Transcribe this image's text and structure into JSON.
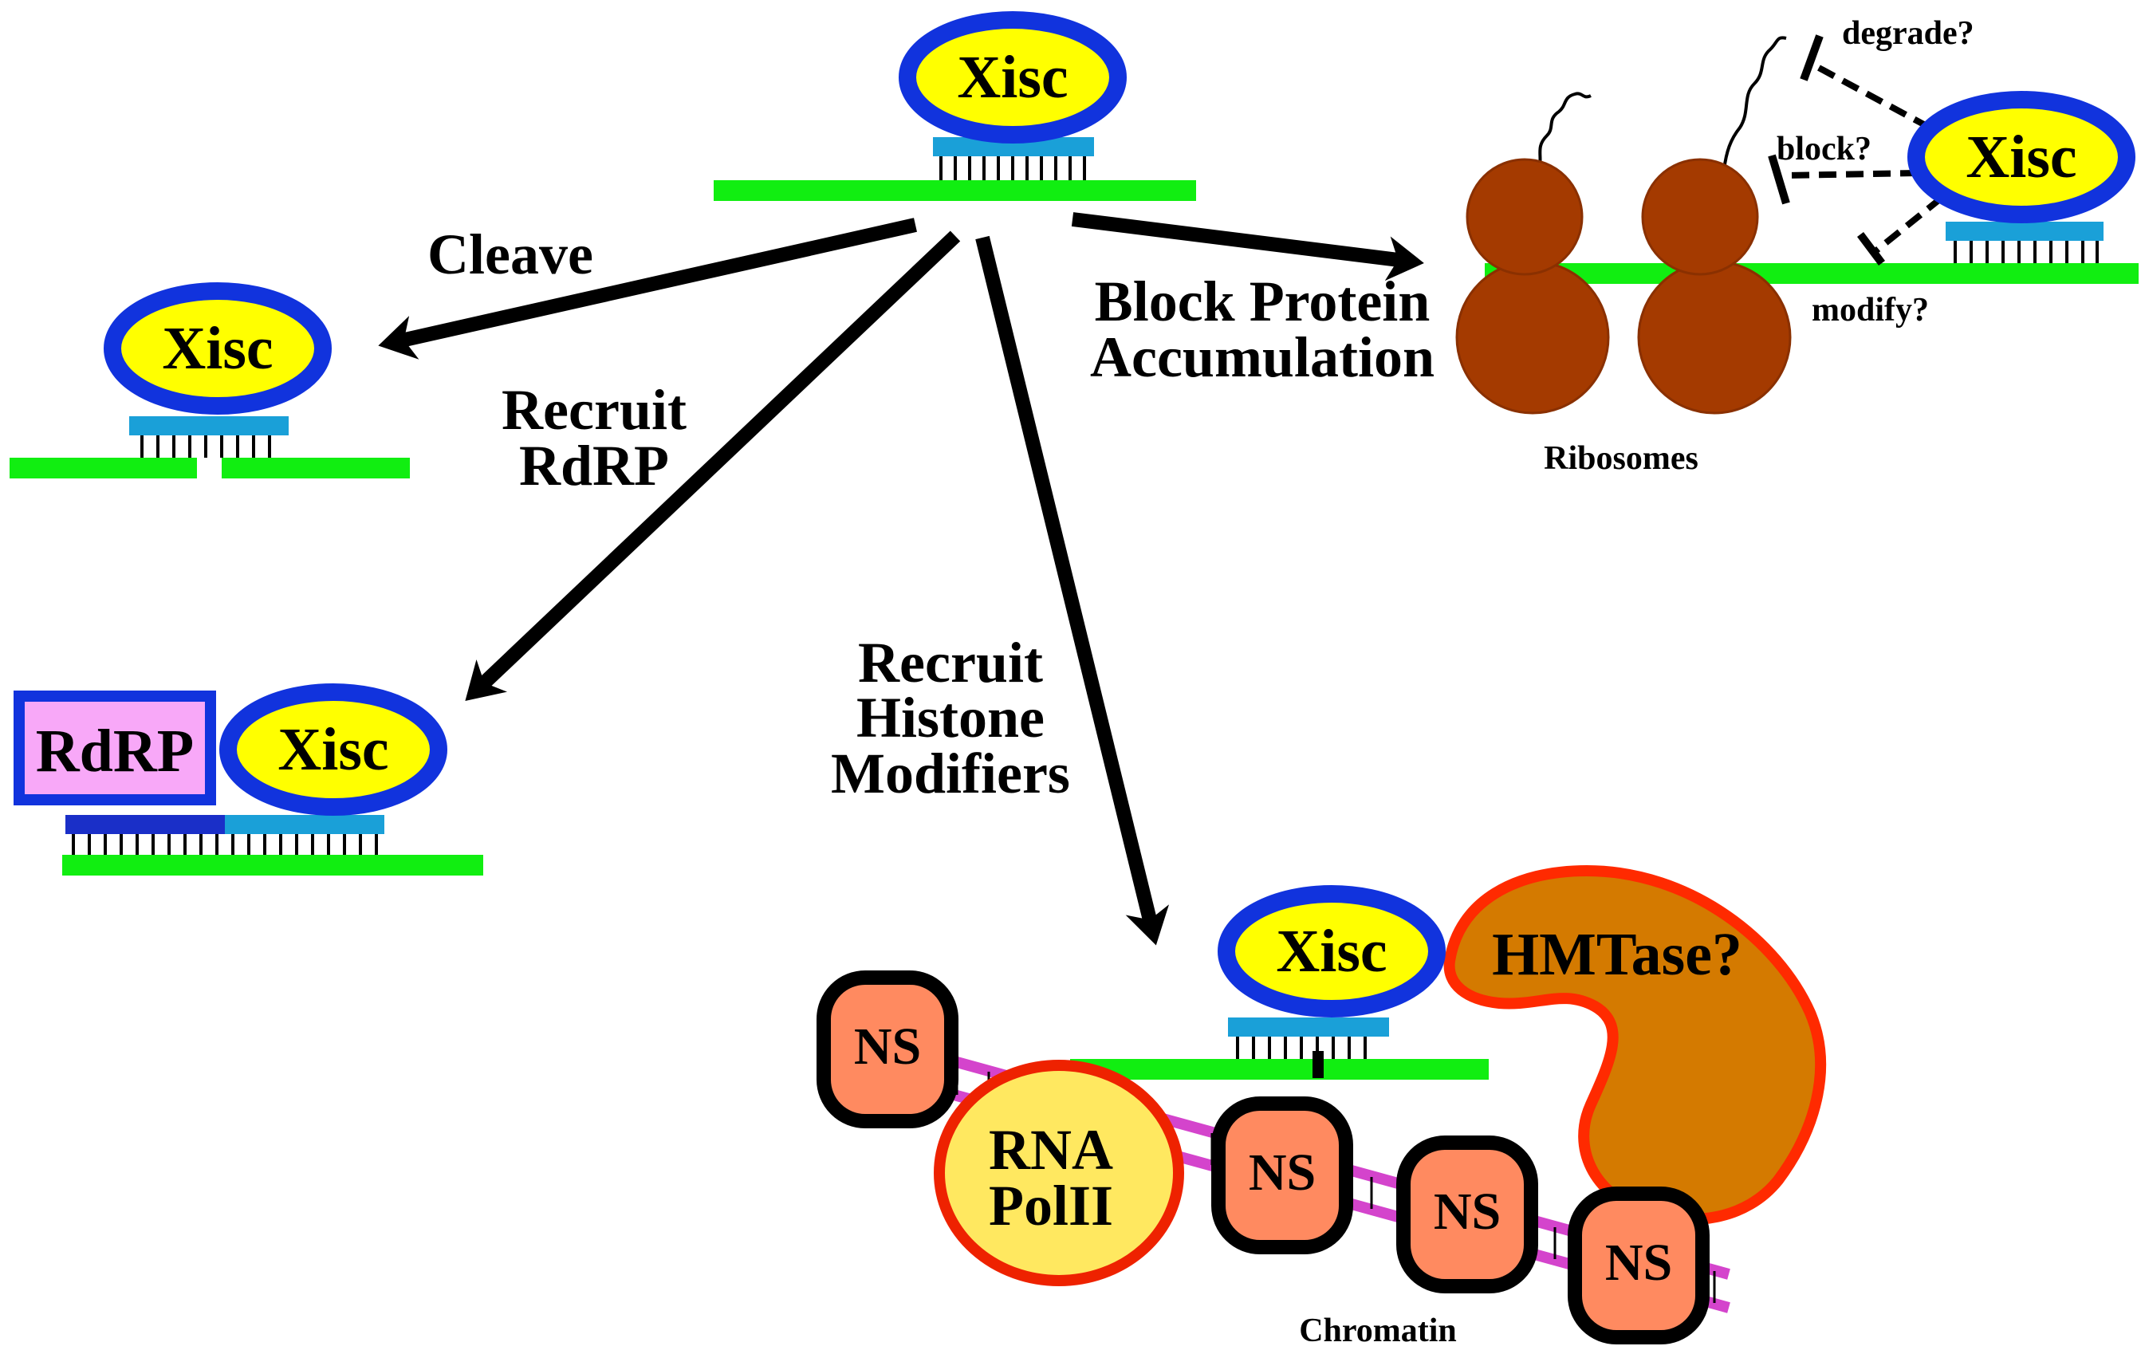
{
  "colors": {
    "rna_green": "#11ee11",
    "guide_blue": "#1aa0d8",
    "xisc_ring": "#1133dd",
    "xisc_fill": "#ffff00",
    "rdrp_fill": "#f8a8f8",
    "rdrp_strand": "#1a2fc8",
    "ribosome": "#a43a00",
    "hmtase": "#d47a00",
    "hmtase_border": "#ff2a00",
    "polii_fill": "#ffe860",
    "polii_border": "#ee2200",
    "ns_fill": "#ff8a60",
    "dna_pink": "#d444cc"
  },
  "complex": {
    "label": "Xisc"
  },
  "pathways": {
    "cleave": "Cleave",
    "recruit_rdrp_line1": "Recruit",
    "recruit_rdrp_line2": "RdRP",
    "recruit_histone_line1": "Recruit",
    "recruit_histone_line2": "Histone",
    "recruit_histone_line3": "Modifiers",
    "block_line1": "Block Protein",
    "block_line2": "Accumulation"
  },
  "translation": {
    "degrade": "degrade?",
    "block": "block?",
    "modify": "modify?",
    "ribosomes": "Ribosomes"
  },
  "rdrp": {
    "label": "RdRP"
  },
  "chromatin": {
    "hmtase": "HMTase?",
    "polii_line1": "RNA",
    "polii_line2": "PolII",
    "nucleosome": "NS",
    "label": "Chromatin"
  }
}
